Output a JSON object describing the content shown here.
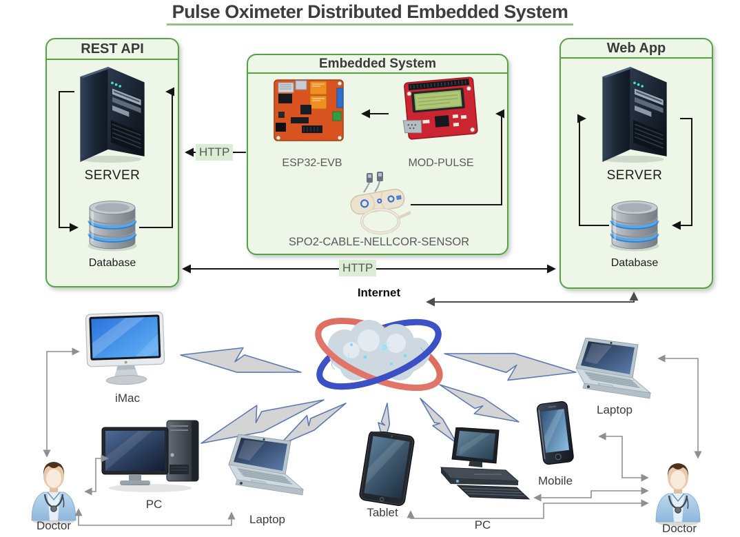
{
  "title": "Pulse Oximeter Distributed Embedded System",
  "boxes": {
    "rest_api": {
      "title": "REST API",
      "server": "SERVER",
      "database": "Database"
    },
    "embedded": {
      "title": "Embedded System",
      "board1": "ESP32-EVB",
      "board2": "MOD-PULSE",
      "sensor": "SPO2-CABLE-NELLCOR-SENSOR"
    },
    "web_app": {
      "title": "Web App",
      "server": "SERVER",
      "database": "Database"
    }
  },
  "connections": {
    "http_left": "HTTP",
    "http_bottom": "HTTP",
    "internet": "Internet"
  },
  "devices": {
    "imac": {
      "label": "iMac"
    },
    "pc_left": {
      "label": "PC"
    },
    "laptop_left": {
      "label": "Laptop"
    },
    "tablet": {
      "label": "Tablet"
    },
    "pc_right": {
      "label": "PC"
    },
    "mobile": {
      "label": "Mobile"
    },
    "laptop_right": {
      "label": "Laptop"
    },
    "doctor_left": {
      "label": "Doctor"
    },
    "doctor_right": {
      "label": "Doctor"
    }
  },
  "icons": [
    "server-tower-icon",
    "database-icon",
    "esp32-board-image",
    "mod-pulse-board-image",
    "spo2-sensor-image",
    "internet-cloud-icon",
    "lightning-bolt-icon",
    "imac-image",
    "desktop-pc-image",
    "laptop-image",
    "tablet-image",
    "mobile-phone-image",
    "doctor-figure"
  ],
  "colors": {
    "box_fill": "#edf6e7",
    "box_border": "#54a342",
    "title_underline": "#90c47c",
    "http_label_bg": "#dcedd5",
    "bolt_fill": "#d4d4d4",
    "bolt_stroke": "#5b79b5",
    "ring_red": "#dd6e60",
    "ring_blue": "#3d52c4",
    "arrow_black": "#141414",
    "arrow_gray": "#8f8f8f",
    "db_band_blue": "#58a7e8"
  }
}
